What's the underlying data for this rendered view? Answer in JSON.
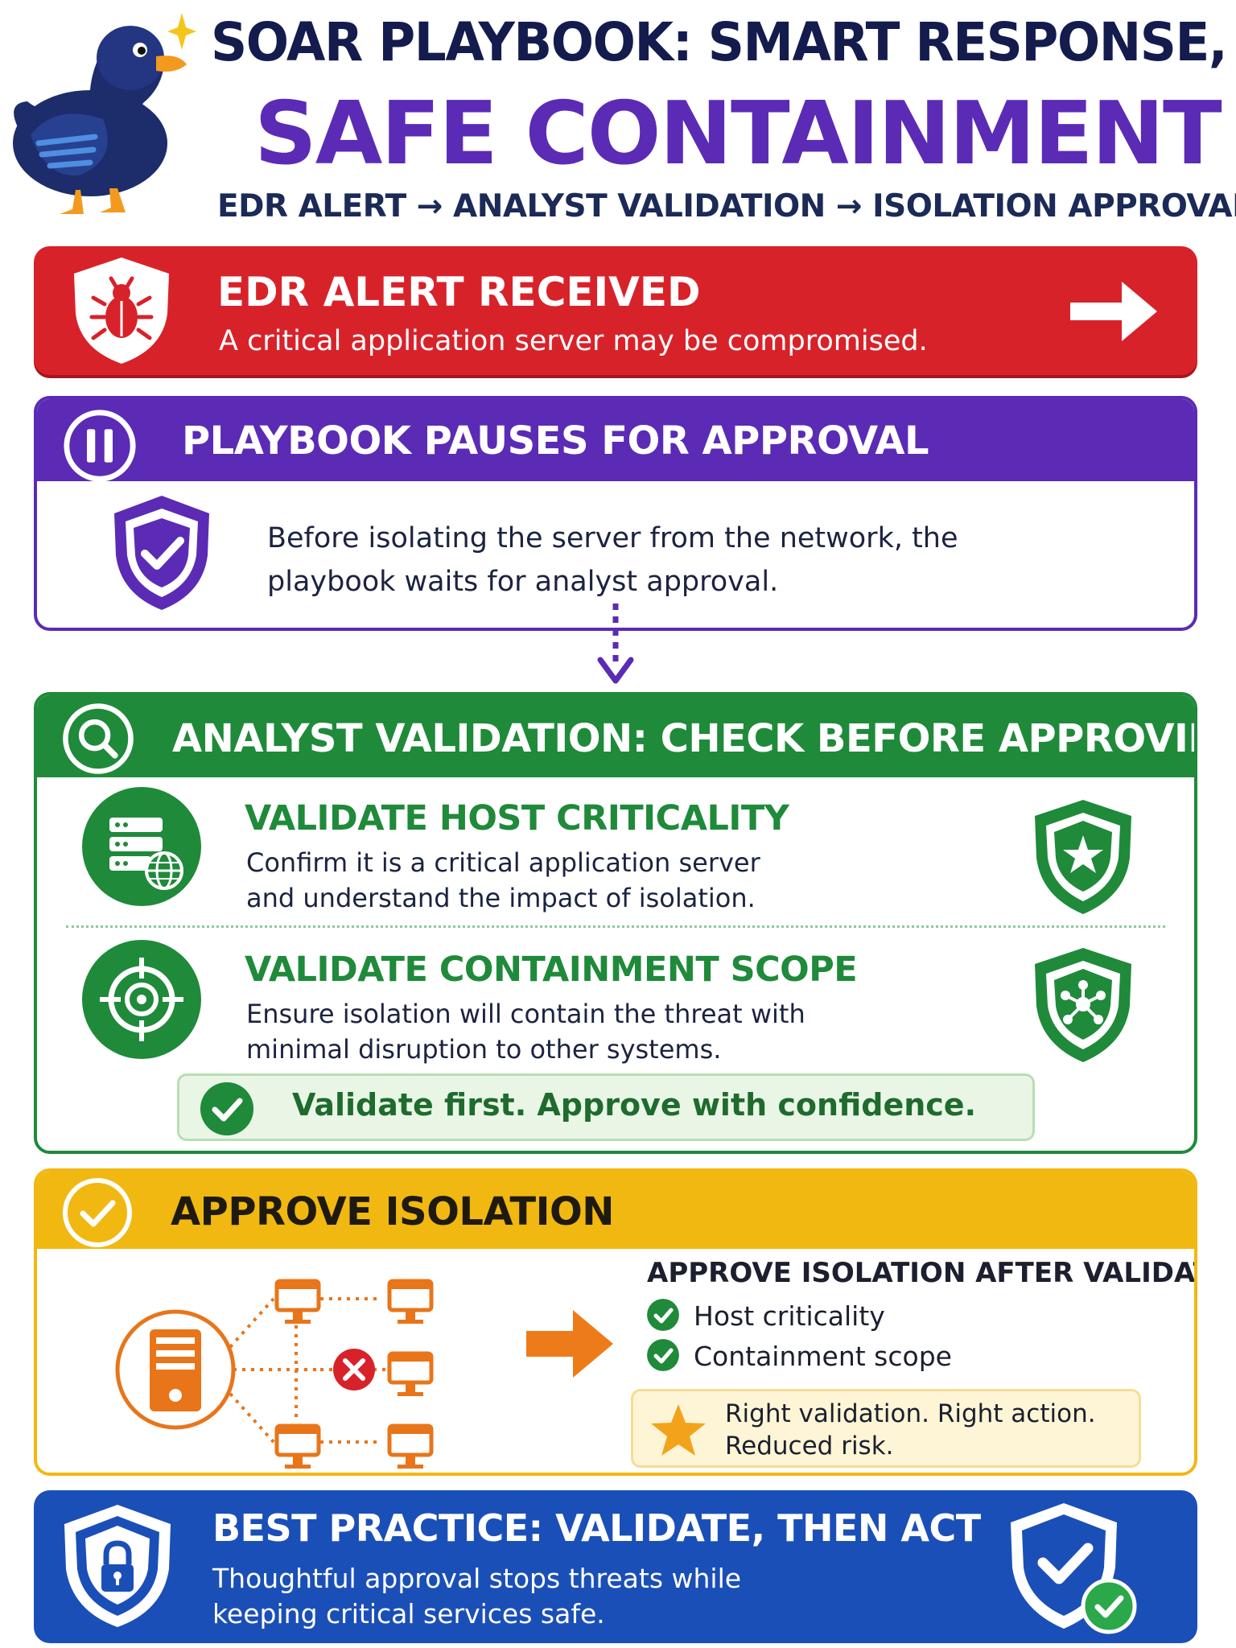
{
  "header": {
    "title_line1": "SOAR PLAYBOOK: SMART RESPONSE,",
    "title_line2": "SAFE CONTAINMENT",
    "flow": "EDR ALERT → ANALYST VALIDATION → ISOLATION APPROVAL",
    "mascot_icon": "duck-mascot-icon"
  },
  "colors": {
    "red": "#d8222a",
    "purple": "#5b2bb5",
    "green": "#1f8a3a",
    "yellow": "#f1b811",
    "orange": "#e8751a",
    "blue": "#1b4fb8",
    "navy": "#141b4d"
  },
  "edr_alert": {
    "title": "EDR ALERT RECEIVED",
    "description": "A critical application server may be compromised.",
    "icon": "bug-shield-icon",
    "arrow_icon": "arrow-right-icon"
  },
  "pause": {
    "title": "PLAYBOOK PAUSES FOR APPROVAL",
    "line1": "Before isolating the server from the network, the",
    "line2": "playbook waits for analyst approval.",
    "icon": "pause-icon",
    "body_icon": "check-shield-icon"
  },
  "analyst": {
    "title": "ANALYST VALIDATION: CHECK BEFORE APPROVING",
    "icon": "magnifier-icon",
    "items": [
      {
        "title": "VALIDATE HOST CRITICALITY",
        "line1": "Confirm it is a critical application server",
        "line2": "and understand the impact of isolation.",
        "icon": "server-globe-icon",
        "badge": "star-shield-icon"
      },
      {
        "title": "VALIDATE CONTAINMENT SCOPE",
        "line1": "Ensure isolation will contain the threat with",
        "line2": "minimal disruption to other systems.",
        "icon": "target-icon",
        "badge": "network-shield-icon"
      }
    ],
    "confidence": "Validate first. Approve with confidence."
  },
  "approve": {
    "title": "APPROVE ISOLATION",
    "icon": "check-circle-icon",
    "checklist_title": "APPROVE ISOLATION AFTER VALIDATING",
    "checklist": [
      "Host criticality",
      "Containment scope"
    ],
    "callout": "Right validation. Right action.\nReduced risk.",
    "diagram_icon": "isolated-server-network-icon"
  },
  "best_practice": {
    "title": "BEST PRACTICE: VALIDATE, THEN ACT",
    "description": "Thoughtful approval stops threats while\nkeeping critical services safe.",
    "icon": "lock-shield-icon",
    "badge": "verified-shield-icon"
  }
}
